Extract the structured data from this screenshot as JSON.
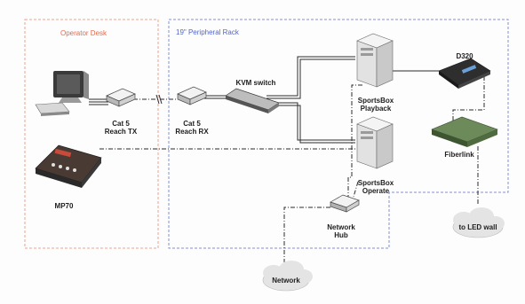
{
  "zones": {
    "operator_desk": {
      "title": "Operator Desk",
      "border_color": "#f0a48a",
      "title_color": "#e8684a"
    },
    "peripheral_rack": {
      "title": "19\" Peripheral Rack",
      "border_color": "#7f8fe0",
      "title_color": "#5266c8"
    }
  },
  "devices": {
    "cat5_tx": [
      "Cat 5",
      "Reach TX"
    ],
    "cat5_rx": [
      "Cat 5",
      "Reach RX"
    ],
    "kvm": "KVM switch",
    "playback": [
      "SportsBox",
      "Playback"
    ],
    "operate": [
      "SportsBox",
      "Operate"
    ],
    "d320": "D320",
    "fiberlink": "Fiberlink",
    "mp70": "MP70",
    "hub": [
      "Network",
      "Hub"
    ],
    "network": "Network",
    "led_wall": "to LED wall"
  },
  "colors": {
    "line": "#2b2b2b",
    "device_dark": "#3a3a3a",
    "device_light": "#ececec",
    "cloud": "#e4e4e4"
  }
}
